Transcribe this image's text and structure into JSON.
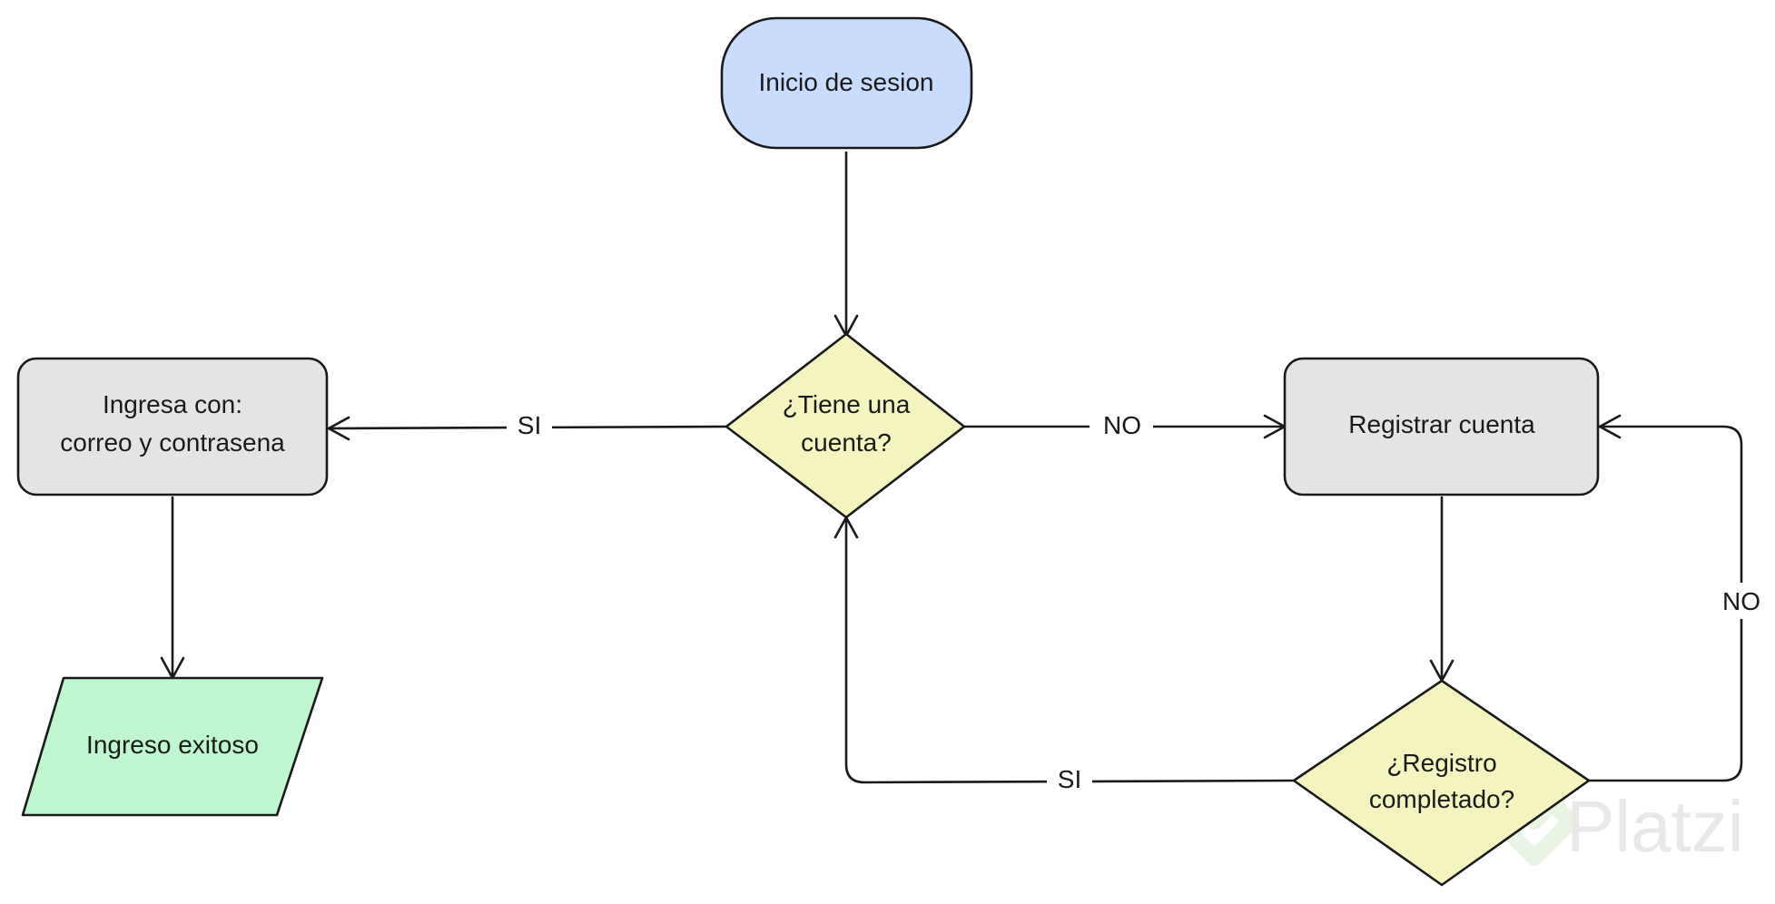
{
  "nodes": {
    "start": {
      "label": "Inicio de sesion",
      "color": "#c9dcfb"
    },
    "decision_account": {
      "line1": "¿Tiene una",
      "line2": "cuenta?",
      "color": "#f3f4c0"
    },
    "login": {
      "line1": "Ingresa con:",
      "line2": "correo y contrasena",
      "color": "#e4e4e4"
    },
    "success": {
      "label": "Ingreso exitoso",
      "color": "#bff5cf"
    },
    "register": {
      "label": "Registrar cuenta",
      "color": "#e4e4e4"
    },
    "decision_register": {
      "line1": "¿Registro",
      "line2": "completado?",
      "color": "#f3f4c0"
    }
  },
  "edges": {
    "account_yes": "SI",
    "account_no": "NO",
    "register_no": "NO",
    "register_yes": "SI"
  },
  "watermark": {
    "text": "Platzi"
  }
}
